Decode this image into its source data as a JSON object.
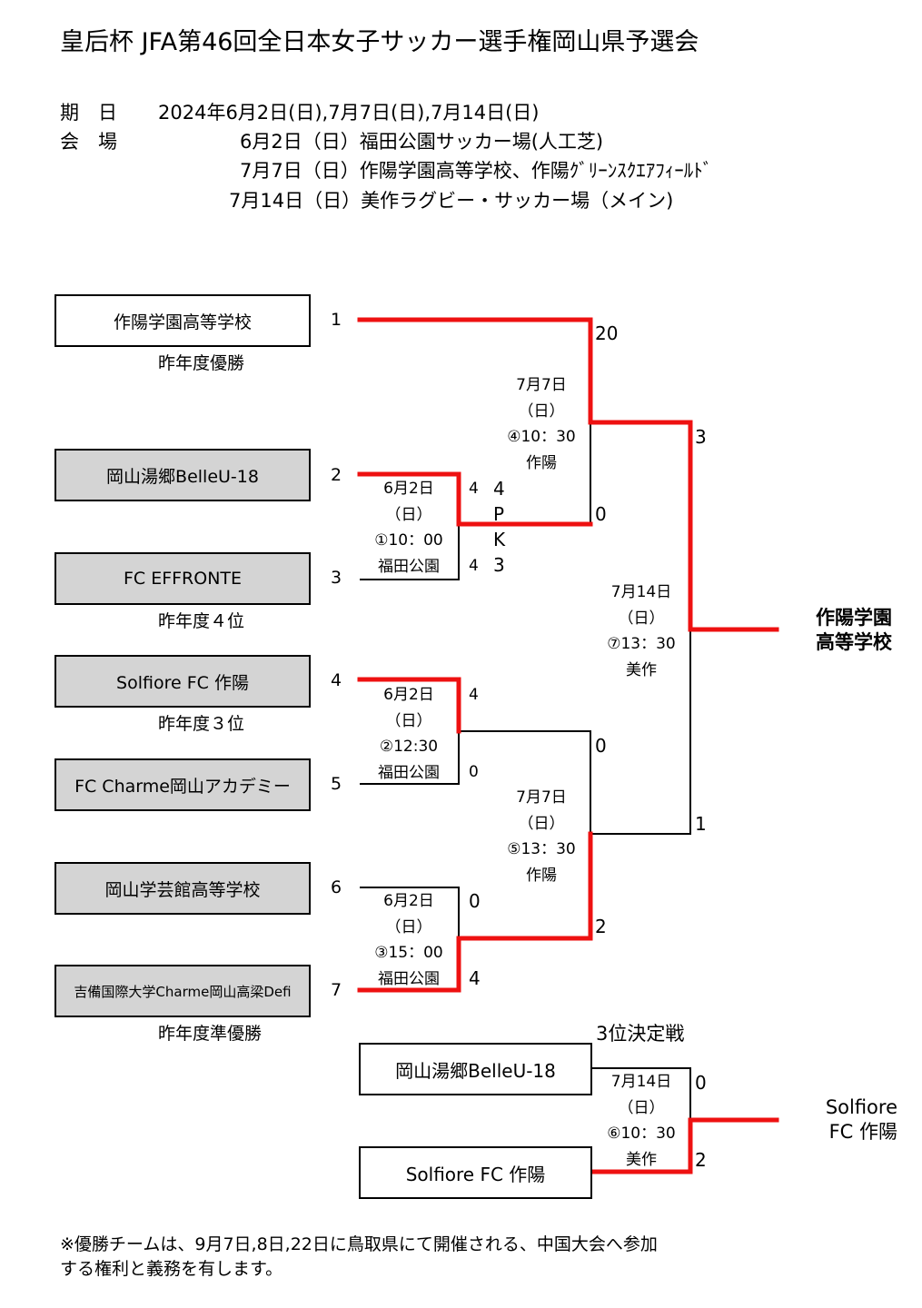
{
  "title": "皇后杯 JFA第46回全日本女子サッカー選手権岡山県予選会",
  "schedule": {
    "date_label": "期　日",
    "date_value": "2024年6月2日(日),7月7日(日),7月14日(日)",
    "venue_label": "会　場",
    "venue_1": "6月2日（日）福田公園サッカー場(人工芝)",
    "venue_2": "7月7日（日）作陽学園高等学校、作陽ｸﾞﾘｰﾝｽｸｴｱﾌｨｰﾙﾄﾞ",
    "venue_3": "7月14日（日）美作ラグビー・サッカー場（メイン)"
  },
  "teams": [
    {
      "name": "作陽学園高等学校",
      "seed": "1",
      "note": "昨年度優勝",
      "style": "white"
    },
    {
      "name": "岡山湯郷BelleU-18",
      "seed": "2",
      "note": "",
      "style": "gray"
    },
    {
      "name": "FC EFFRONTE",
      "seed": "3",
      "note": "昨年度４位",
      "style": "gray"
    },
    {
      "name": "Solfiore FC 作陽",
      "seed": "4",
      "note": "昨年度３位",
      "style": "gray"
    },
    {
      "name": "FC Charme岡山アカデミー",
      "seed": "5",
      "note": "",
      "style": "gray"
    },
    {
      "name": "岡山学芸館高等学校",
      "seed": "6",
      "note": "",
      "style": "gray"
    },
    {
      "name": "吉備国際大学Charme岡山高梁Defi",
      "seed": "7",
      "note": "昨年度準優勝",
      "style": "gray"
    }
  ],
  "matches": {
    "m1": {
      "date": "6月2日",
      "day": "（日）",
      "time": "①10：00",
      "venue": "福田公園",
      "score_top": "4",
      "score_bottom": "4",
      "pk_top": "4",
      "pk_label_1": "P",
      "pk_label_2": "K",
      "pk_bottom": "3"
    },
    "m2": {
      "date": "6月2日",
      "day": "（日）",
      "time": "②12:30",
      "venue": "福田公園",
      "score_top": "4",
      "score_bottom": "0"
    },
    "m3": {
      "date": "6月2日",
      "day": "（日）",
      "time": "③15：00",
      "venue": "福田公園",
      "score_top": "0",
      "score_bottom": "4"
    },
    "m4": {
      "date": "7月7日",
      "day": "（日）",
      "time": "④10：30",
      "venue": "作陽",
      "score_top": "20",
      "score_bottom": "0"
    },
    "m5": {
      "date": "7月7日",
      "day": "（日）",
      "time": "⑤13：30",
      "venue": "作陽",
      "score_top": "0",
      "score_bottom": "2"
    },
    "m6": {
      "date": "7月14日",
      "day": "（日）",
      "time": "⑥10：30",
      "venue": "美作",
      "score_top": "0",
      "score_bottom": "2"
    },
    "m7": {
      "date": "7月14日",
      "day": "（日）",
      "time": "⑦13：30",
      "venue": "美作",
      "score_top": "3",
      "score_bottom": "1"
    }
  },
  "champion": {
    "line1": "作陽学園",
    "line2": "高等学校"
  },
  "third_place": {
    "title": "3位決定戦",
    "team_top": "岡山湯郷BelleU-18",
    "team_bottom": "Solfiore FC 作陽",
    "winner_line1": "Solfiore",
    "winner_line2": "FC 作陽"
  },
  "footer": {
    "line1": "※優勝チームは、9月7日,8日,22日に鳥取県にて開催される、中国大会へ参加",
    "line2": "する権利と義務を有します。"
  },
  "colors": {
    "winner_line": "#ee1111",
    "box_gray": "#d4d4d4",
    "line": "#000000"
  }
}
